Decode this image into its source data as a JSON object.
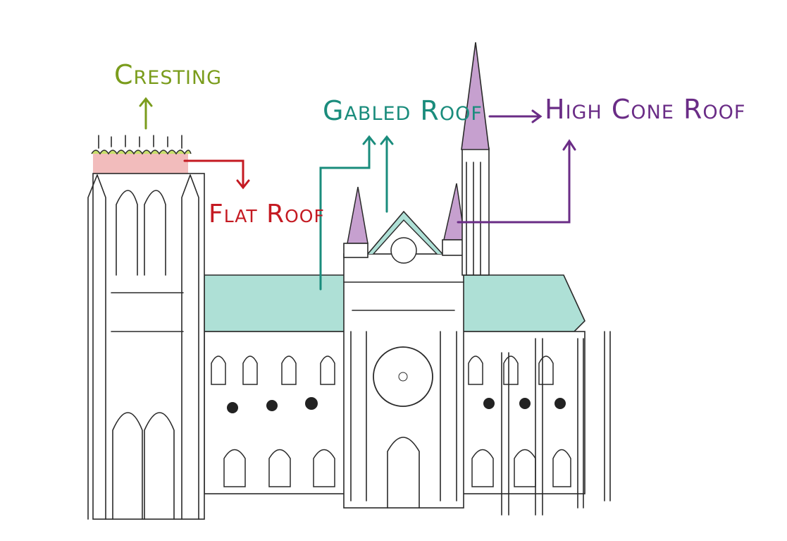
{
  "labels": {
    "cresting": "Cresting",
    "flat_roof": "Flat Roof",
    "gabled_roof": "Gabled Roof",
    "high_cone_roof": "High Cone Roof"
  },
  "colors": {
    "cresting": "#7a9c1c",
    "flat_roof": "#c41a22",
    "gabled_roof": "#1a8c7c",
    "high_cone_roof": "#6a2c86",
    "roof_fill": "#aee0d6",
    "cone_fill": "#c6a0cf",
    "flat_fill": "#f2bcbc"
  }
}
